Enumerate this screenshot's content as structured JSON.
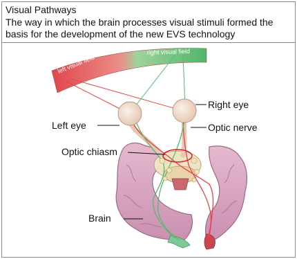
{
  "header": {
    "title": "Visual Pathways",
    "subtitle": "The way in which the brain processes visual stimuli formed the basis for the development of the new EVS technology"
  },
  "diagram": {
    "left_field_label": "left visual field",
    "right_field_label": "right visual field",
    "labels": {
      "left_eye": "Left eye",
      "right_eye": "Right eye",
      "optic_nerve": "Optic nerve",
      "optic_chiasm": "Optic chiasm",
      "brain": "Brain"
    }
  },
  "colors": {
    "left_pathway": "#e0464b",
    "right_pathway": "#55bb6e",
    "brain_fill": "#d9a7c0",
    "brain_edge": "#9a6b86",
    "eye_fill": "#f1dccc"
  }
}
